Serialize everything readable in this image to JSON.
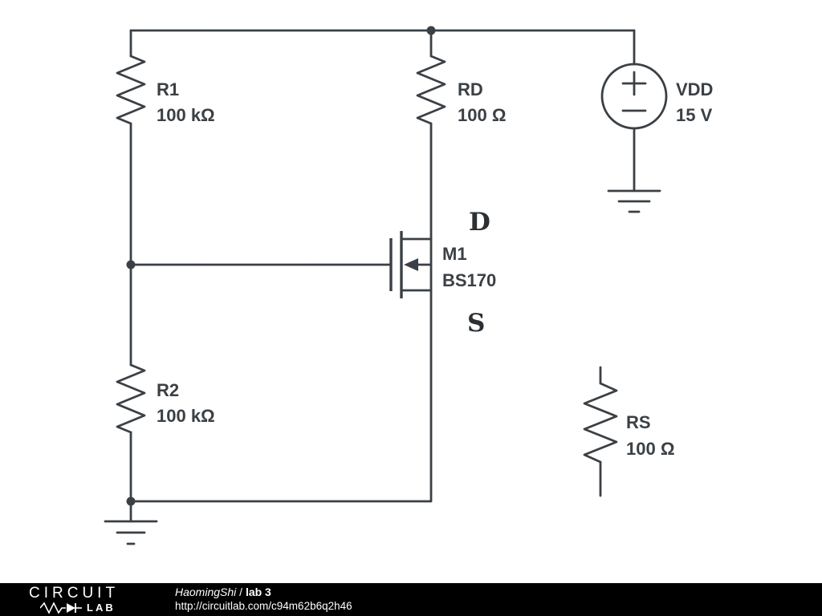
{
  "circuit": {
    "components": {
      "r1": {
        "name": "R1",
        "value": "100 kΩ"
      },
      "rd": {
        "name": "RD",
        "value": "100 Ω"
      },
      "r2": {
        "name": "R2",
        "value": "100 kΩ"
      },
      "rs": {
        "name": "RS",
        "value": "100 Ω"
      },
      "vdd": {
        "name": "VDD",
        "value": "15 V"
      },
      "m1": {
        "name": "M1",
        "part": "BS170",
        "drain_label": "D",
        "source_label": "S"
      }
    }
  },
  "footer": {
    "logo_top": "CIRCUIT",
    "logo_bottom": "LAB",
    "author": "HaomingShi",
    "separator": " / ",
    "title": "lab 3",
    "url": "http://circuitlab.com/c94m62b6q2h46"
  },
  "colors": {
    "stroke": "#3a4045",
    "footer_bg": "#000000",
    "footer_text": "#ffffff"
  }
}
